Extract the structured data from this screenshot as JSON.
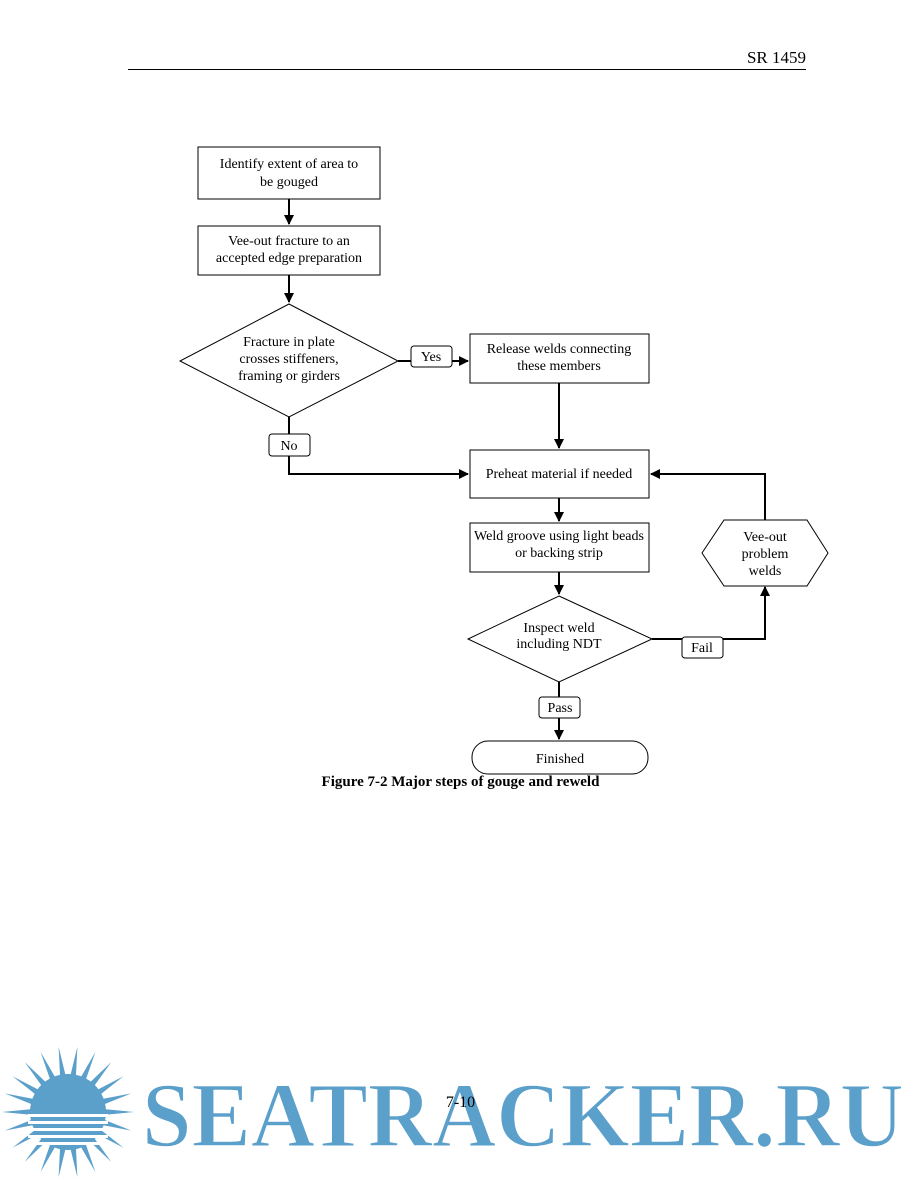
{
  "header": {
    "doc_id": "SR 1459"
  },
  "flowchart": {
    "nodes": {
      "identify": [
        "Identify extent of area to",
        "be gouged"
      ],
      "veeout_fracture": [
        "Vee-out fracture to an",
        "accepted edge preparation"
      ],
      "decision_plate": [
        "Fracture in plate",
        "crosses stiffeners,",
        "framing or girders"
      ],
      "release_welds": [
        "Release welds connecting",
        "these members"
      ],
      "preheat": [
        "Preheat material if needed"
      ],
      "weld_groove": [
        "Weld groove using light beads",
        "or backing strip"
      ],
      "inspect": [
        "Inspect weld",
        "including NDT"
      ],
      "veeout_problem": [
        "Vee-out",
        "problem",
        "welds"
      ],
      "finished": [
        "Finished"
      ]
    },
    "edge_labels": {
      "yes": "Yes",
      "no": "No",
      "fail": "Fail",
      "pass": "Pass"
    }
  },
  "caption": "Figure 7-2 Major steps of gouge and reweld",
  "footer": {
    "page_number": "7-10"
  },
  "watermark": {
    "text": "SEATRACKER.RU",
    "logo": "sun-logo",
    "color": "#5b9fcb"
  }
}
